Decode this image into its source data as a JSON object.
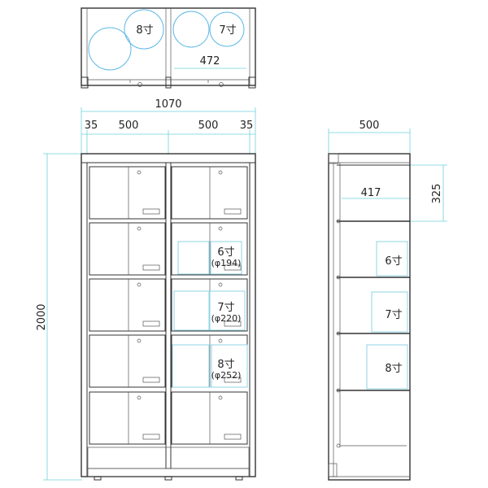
{
  "top_view": {
    "bowl_left_label": "8寸",
    "bowl_right_label": "7寸",
    "inner_width": "472"
  },
  "front_view": {
    "total_width": "1070",
    "side_left": "35",
    "bay_left": "500",
    "bay_right": "500",
    "side_right": "35",
    "height": "2000",
    "bowl_6": "6寸",
    "bowl_6_dia": "(φ194)",
    "bowl_7": "7寸",
    "bowl_7_dia": "(φ220)",
    "bowl_8": "8寸",
    "bowl_8_dia": "(φ252)"
  },
  "side_view": {
    "depth": "500",
    "shelf_depth": "417",
    "shelf_pitch": "325",
    "bowl_6": "6寸",
    "bowl_7": "7寸",
    "bowl_8": "8寸"
  }
}
